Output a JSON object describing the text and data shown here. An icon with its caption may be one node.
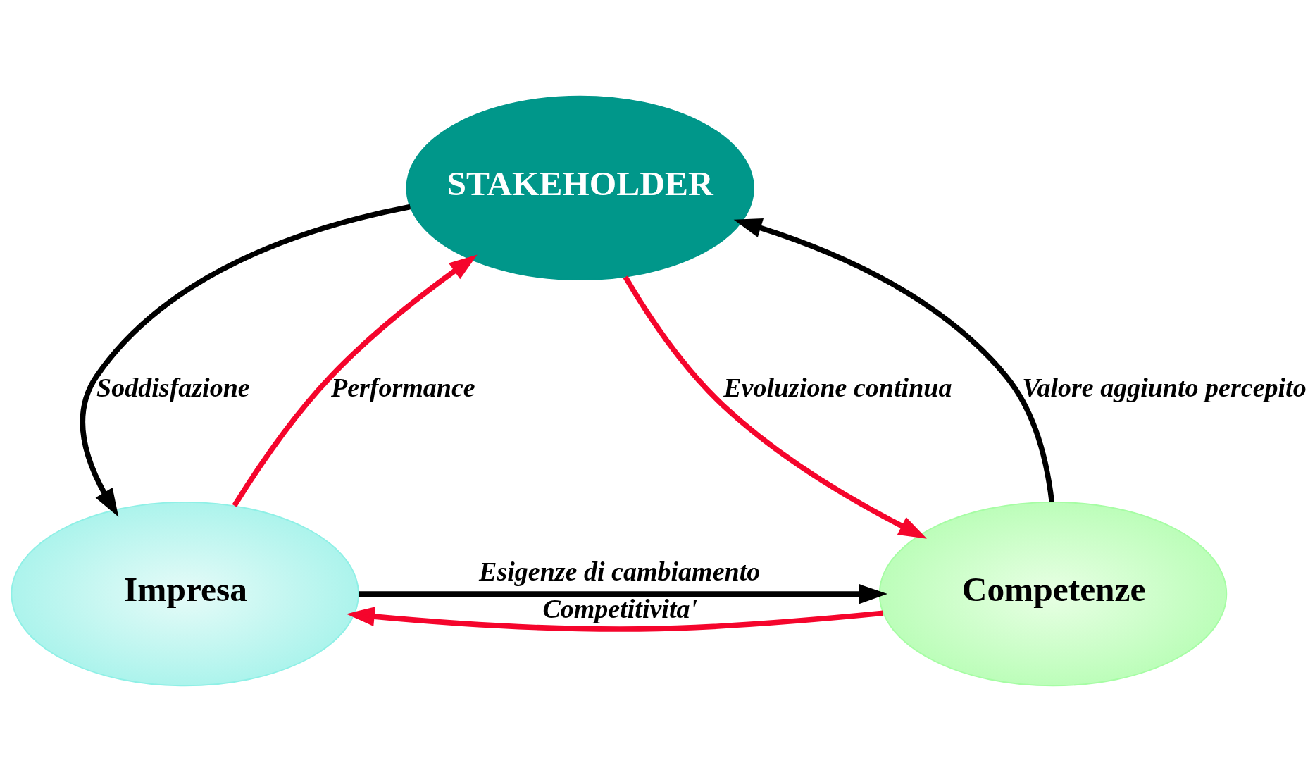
{
  "diagram": {
    "nodes": [
      {
        "text": [
          "STAKEHOLDER"
        ]
      },
      {
        "text": [
          "Impresa"
        ]
      },
      {
        "text": [
          "Competenze"
        ]
      }
    ],
    "edges": [
      {
        "from": 1,
        "to": 0,
        "arrow": "to",
        "label": "Performance",
        "color": "#f5052c"
      },
      {
        "from": 0,
        "to": 1,
        "arrow": "to",
        "label": "Soddisfazione",
        "color": "#000000"
      },
      {
        "from": 0,
        "to": 2,
        "arrow": "to",
        "label": "Evoluzione continua",
        "color": "#f5052c"
      },
      {
        "from": 2,
        "to": 0,
        "arrow": "to",
        "label": "Valore aggiunto percepito",
        "color": "#000000"
      },
      {
        "from": 1,
        "to": 2,
        "arrow": "to",
        "label": "Esigenze di cambiamento",
        "color": "#000000"
      },
      {
        "from": 2,
        "to": 1,
        "arrow": "to",
        "label": "Competitivita'",
        "color": "#f5052c"
      }
    ]
  }
}
